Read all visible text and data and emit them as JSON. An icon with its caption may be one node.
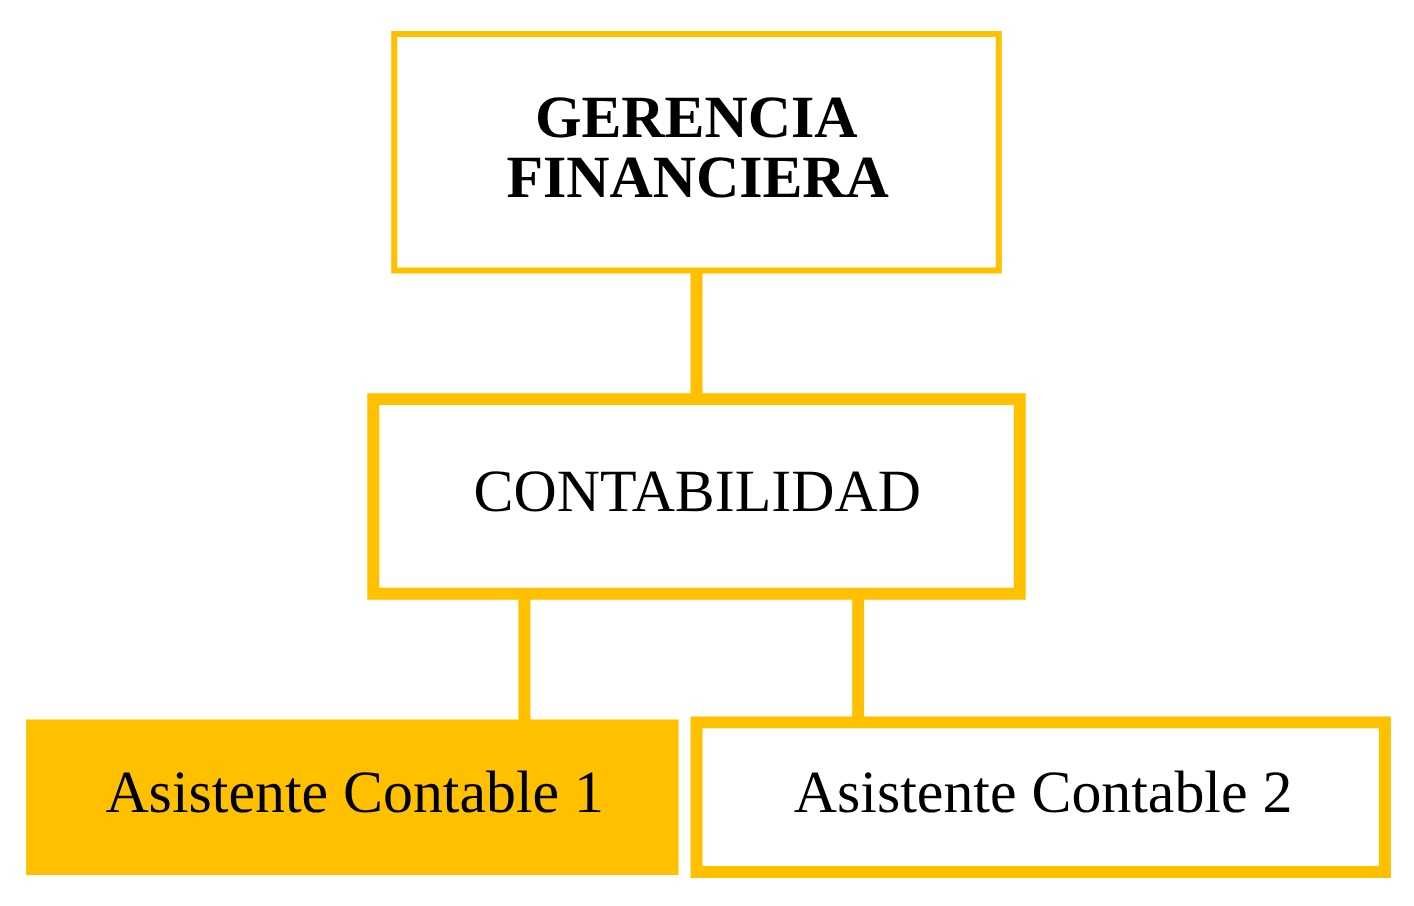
{
  "diagram": {
    "nodes": [
      {
        "text": [
          "GERENCIA FINANCIERA"
        ]
      },
      {
        "text": [
          "CONTABILIDAD"
        ]
      },
      {
        "text": [
          "Asistente Contable 1"
        ]
      },
      {
        "text": [
          "Asistente Contable 2"
        ]
      }
    ],
    "edges": [
      {
        "from": 0,
        "to": 1,
        "arrow": "none"
      },
      {
        "from": 1,
        "to": 2,
        "arrow": "none"
      },
      {
        "from": 1,
        "to": 3,
        "arrow": "none"
      }
    ]
  }
}
